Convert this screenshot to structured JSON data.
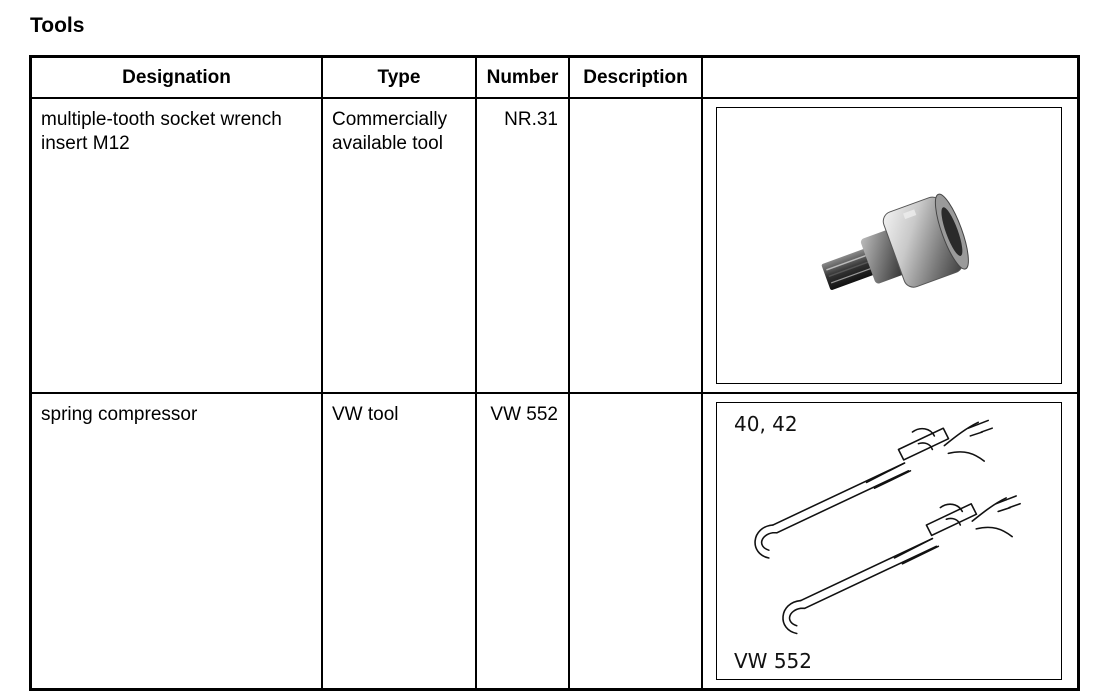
{
  "page": {
    "title": "Tools"
  },
  "table": {
    "headers": {
      "designation": "Designation",
      "type": "Type",
      "number": "Number",
      "description": "Description",
      "image": ""
    },
    "rows": [
      {
        "designation": "multiple-tooth socket wrench insert M12",
        "type": "Commercially available tool",
        "number": "NR.31",
        "description": "",
        "image": {
          "icon": "socket-wrench-insert-icon"
        }
      },
      {
        "designation": "spring compressor",
        "type": "VW tool",
        "number": "VW 552",
        "description": "",
        "image": {
          "icon": "spring-compressor-icon",
          "part_label": "40, 42",
          "tool_label": "VW 552"
        }
      }
    ]
  }
}
